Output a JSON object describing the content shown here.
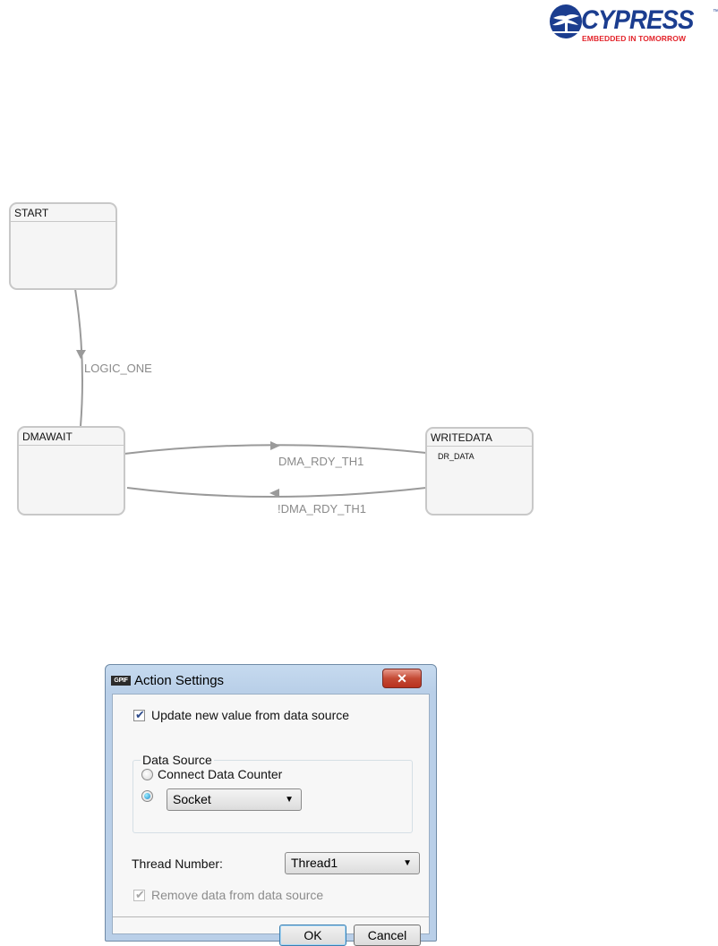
{
  "logo": {
    "wordmark": "CYPRESS",
    "tagline": "EMBEDDED IN TOMORROW",
    "trademark": "™",
    "colors": {
      "brand_blue": "#1b3d8f",
      "tagline_red": "#e3242b"
    }
  },
  "diagram": {
    "states": [
      {
        "name": "START",
        "action": ""
      },
      {
        "name": "DMAWAIT",
        "action": ""
      },
      {
        "name": "WRITEDATA",
        "action": "DR_DATA"
      }
    ],
    "transitions": [
      {
        "from": "START",
        "to": "DMAWAIT",
        "label": "LOGIC_ONE"
      },
      {
        "from": "DMAWAIT",
        "to": "WRITEDATA",
        "label": "DMA_RDY_TH1"
      },
      {
        "from": "WRITEDATA",
        "to": "DMAWAIT",
        "label": "!DMA_RDY_TH1"
      }
    ]
  },
  "dialog": {
    "title": "Action Settings",
    "icon_text": "GPIF",
    "close_label": "✕",
    "update_checkbox": {
      "label": "Update new value from data source",
      "checked": true
    },
    "data_source": {
      "group_label": "Data Source",
      "option_counter_label": "Connect Data Counter",
      "option_counter_selected": false,
      "option_socket_selected": true,
      "socket_value": "Socket"
    },
    "thread_number": {
      "label": "Thread Number:",
      "value": "Thread1"
    },
    "remove_checkbox": {
      "label": "Remove data from data source",
      "checked": true,
      "enabled": false
    },
    "ok_label": "OK",
    "cancel_label": "Cancel",
    "dropdown_arrow": "▼"
  }
}
